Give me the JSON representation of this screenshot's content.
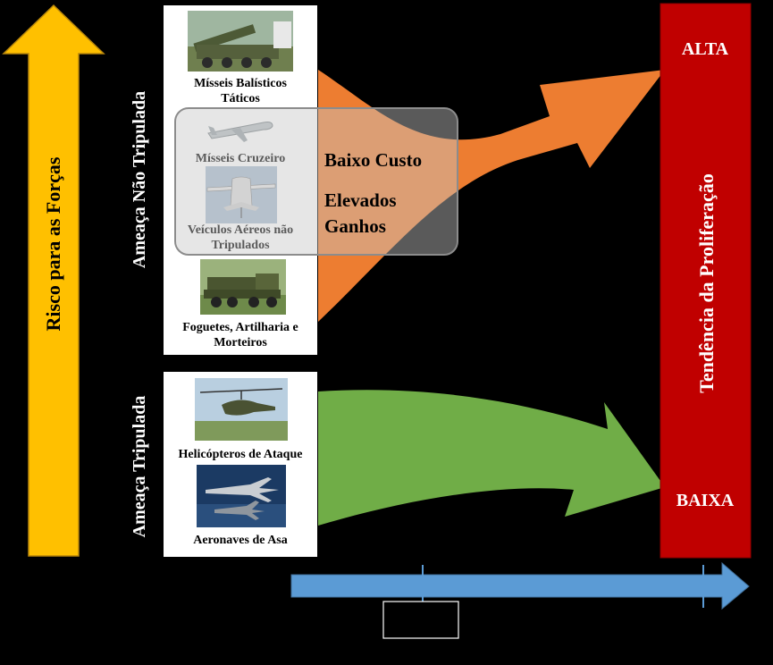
{
  "risk_axis": {
    "label": "Risco para as Forças"
  },
  "unmanned": {
    "section_label": "Ameaça Não Tripulada",
    "items": [
      {
        "label": "Mísseis Balísticos Táticos"
      },
      {
        "label": "Mísseis Cruzeiro"
      },
      {
        "label": "Veículos Aéreos não Tripulados"
      },
      {
        "label": "Foguetes, Artilharia e Morteiros"
      }
    ]
  },
  "manned": {
    "section_label": "Ameaça Tripulada",
    "items": [
      {
        "label": "Helicópteros de Ataque"
      },
      {
        "label": "Aeronaves de Asa"
      }
    ]
  },
  "highlight": {
    "line1": "Baixo Custo",
    "line2": "Elevados",
    "line3": "Ganhos"
  },
  "trend": {
    "label": "Tendência da Proliferação",
    "high": "ALTA",
    "low": "BAIXA"
  },
  "colors": {
    "risk_arrow": "#FFC000",
    "orange_arrow": "#ED7D31",
    "green_arrow": "#70AD47",
    "trend_bar": "#C00000",
    "time_arrow": "#5B9BD5"
  }
}
